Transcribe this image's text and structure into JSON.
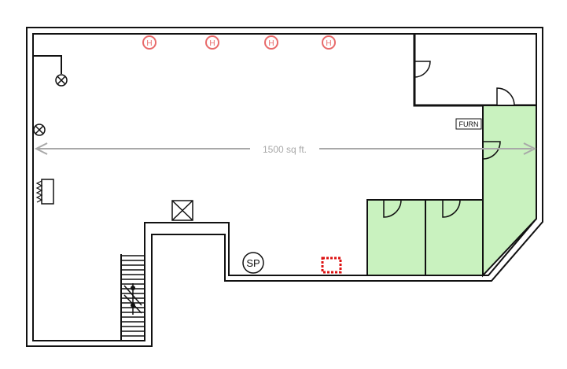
{
  "floor_plan": {
    "area_label": "1500 sq ft.",
    "furnace_label": "FURN",
    "sump_pump_label": "SP",
    "heat_vent_label": "H",
    "heat_vent_count": 4,
    "colors": {
      "room_fill": "#c9f2bf",
      "heat_vent": "#e86a6a",
      "dimension_line": "#a8a8a8",
      "marker": "#dd1111",
      "wall": "#111111"
    },
    "icons": [
      "heat-vent-icon",
      "light-fixture-icon",
      "electrical-panel-icon",
      "sump-pump-icon",
      "chimney-icon",
      "stair-icon",
      "door-swing-icon"
    ]
  }
}
